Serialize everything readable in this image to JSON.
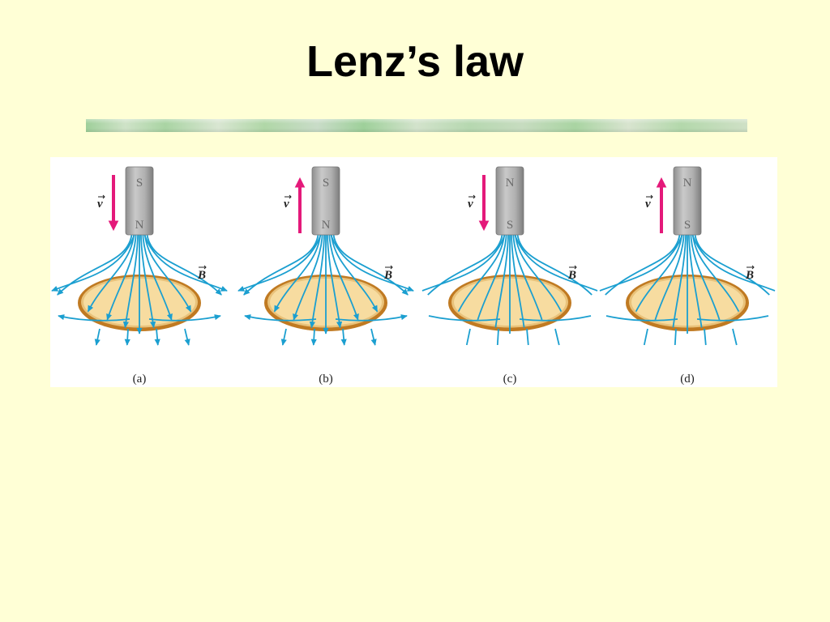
{
  "title": "Lenz’s law",
  "figure": {
    "velocity_label": "v",
    "field_label": "B",
    "panels": [
      {
        "caption": "(a)",
        "top_pole": "S",
        "bottom_pole": "N",
        "velocity_direction": "down",
        "field_direction": "out"
      },
      {
        "caption": "(b)",
        "top_pole": "S",
        "bottom_pole": "N",
        "velocity_direction": "up",
        "field_direction": "out"
      },
      {
        "caption": "(c)",
        "top_pole": "N",
        "bottom_pole": "S",
        "velocity_direction": "down",
        "field_direction": "in"
      },
      {
        "caption": "(d)",
        "top_pole": "N",
        "bottom_pole": "S",
        "velocity_direction": "up",
        "field_direction": "in"
      }
    ]
  },
  "colors": {
    "background": "#ffffd6",
    "magnet": "#a8a8a8",
    "field_lines": "#1b9fd0",
    "velocity_arrow": "#e4197a",
    "loop_fill": "#f7dca0",
    "loop_ring": "#c07a22"
  }
}
